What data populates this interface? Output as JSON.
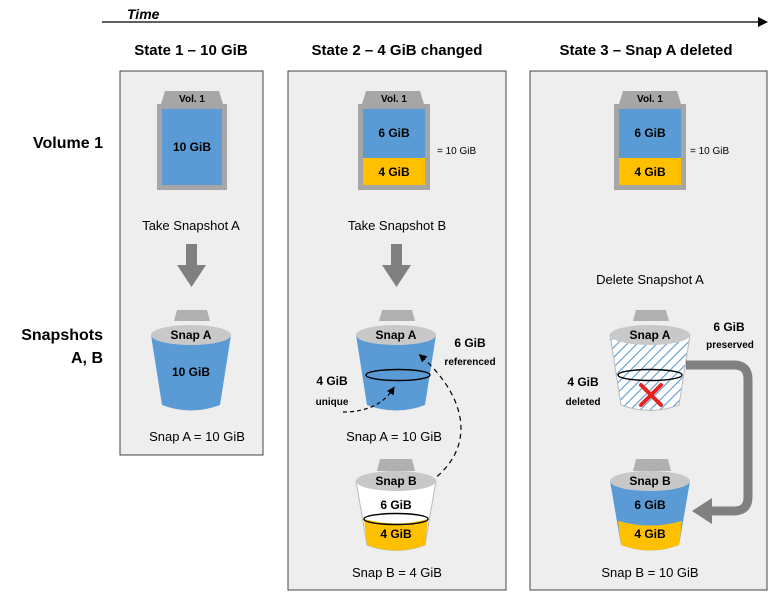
{
  "timeline": {
    "label": "Time"
  },
  "rows": {
    "volume": "Volume 1",
    "snapshots_line1": "Snapshots",
    "snapshots_line2": "A, B"
  },
  "colors": {
    "blue": "#5b9bd5",
    "gold": "#ffc000",
    "grey": "#808080",
    "dark_grey": "#a6a6a6",
    "red": "#e8231f"
  },
  "state1": {
    "title": "State 1 – 10 GiB",
    "vol_tab": "Vol. 1",
    "vol_size": "10 GiB",
    "action": "Take Snapshot A",
    "snap_label": "Snap A",
    "snap_size": "10 GiB",
    "caption": "Snap A = 10 GiB"
  },
  "state2": {
    "title": "State 2 – 4 GiB changed",
    "vol_tab": "Vol. 1",
    "vol_top": "6 GiB",
    "vol_bottom": "4 GiB",
    "vol_total": "= 10 GiB",
    "action": "Take Snapshot B",
    "snapA_label": "Snap A",
    "snapA_caption": "Snap A = 10 GiB",
    "referenced_size": "6 GiB",
    "referenced_word": "referenced",
    "unique_size": "4 GiB",
    "unique_word": "unique",
    "snapB_label": "Snap B",
    "snapB_top": "6 GiB",
    "snapB_bottom": "4 GiB",
    "snapB_caption": "Snap B = 4 GiB"
  },
  "state3": {
    "title": "State 3 – Snap A deleted",
    "vol_tab": "Vol. 1",
    "vol_top": "6 GiB",
    "vol_bottom": "4 GiB",
    "vol_total": "= 10 GiB",
    "action": "Delete Snapshot A",
    "snapA_label": "Snap A",
    "preserved_size": "6 GiB",
    "preserved_word": "preserved",
    "deleted_size": "4 GiB",
    "deleted_word": "deleted",
    "snapB_label": "Snap B",
    "snapB_top": "6 GiB",
    "snapB_bottom": "4 GiB",
    "snapB_caption": "Snap B = 10 GiB"
  }
}
